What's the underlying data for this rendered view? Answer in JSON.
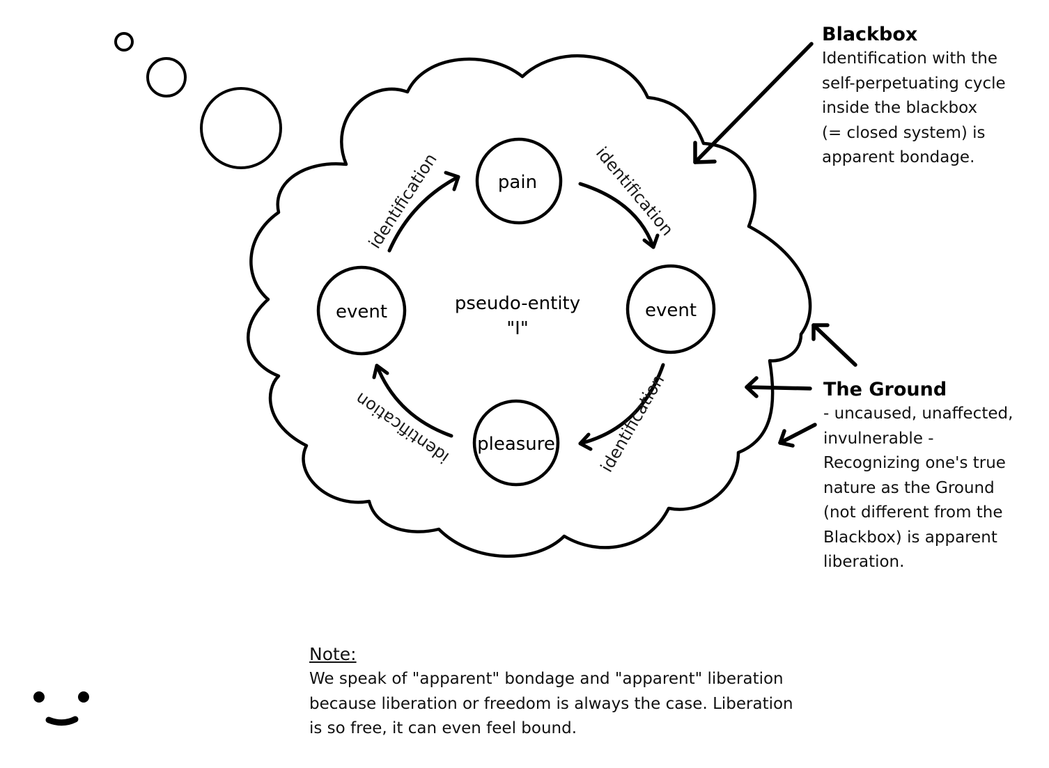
{
  "diagram": {
    "nodes": {
      "top": "pain",
      "left": "event",
      "right": "event",
      "bottom": "pleasure"
    },
    "center": {
      "line1": "pseudo-entity",
      "line2": "\"I\""
    },
    "edges": {
      "upper_left": "identification",
      "upper_right": "identification",
      "lower_right": "identification",
      "lower_left": "identification"
    }
  },
  "blackbox": {
    "title": "Blackbox",
    "lines": [
      "Identification with the",
      "self-perpetuating cycle",
      "inside the blackbox",
      "(= closed system) is",
      "apparent bondage."
    ]
  },
  "ground": {
    "title": "The Ground",
    "lines": [
      "- uncaused, unaffected,",
      "invulnerable -",
      "Recognizing one's true",
      "nature as the Ground",
      "(not different from the",
      "Blackbox) is apparent",
      "liberation."
    ]
  },
  "note": {
    "title": "Note:",
    "lines": [
      "We speak of \"apparent\" bondage and \"apparent\" liberation",
      "because liberation or freedom is always the case. Liberation",
      "is so free, it can even feel bound."
    ]
  }
}
